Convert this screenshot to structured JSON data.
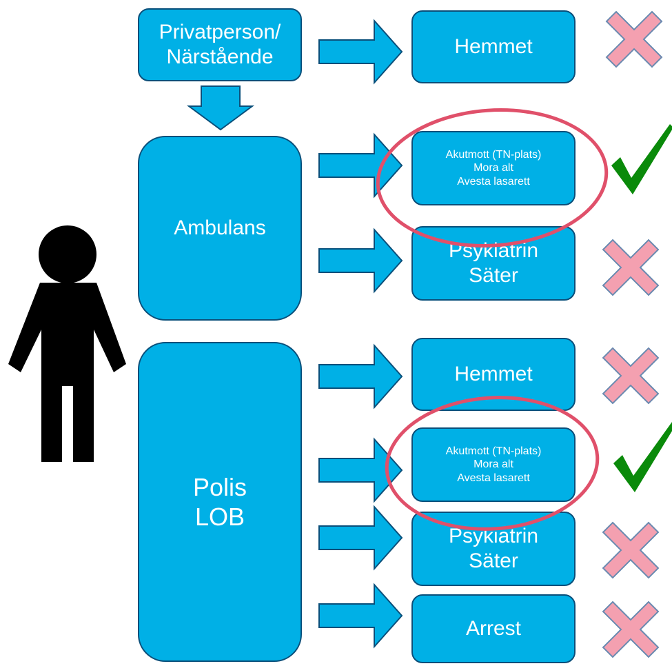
{
  "source_box": {
    "line1": "Privatperson/",
    "line2": "Närstående"
  },
  "ambulans_box": {
    "label": "Ambulans"
  },
  "polis_box": {
    "line1": "Polis",
    "line2": "LOB"
  },
  "targets": {
    "hemmet_top": {
      "label": "Hemmet",
      "status": "cross"
    },
    "akut_amb": {
      "line1": "Akutmott (TN-plats)",
      "line2": "Mora alt",
      "line3": "Avesta lasarett",
      "status": "check",
      "highlighted": true
    },
    "psyk_amb": {
      "line1": "Psykiatrin",
      "line2": "Säter",
      "status": "cross"
    },
    "hemmet_polis": {
      "label": "Hemmet",
      "status": "cross"
    },
    "akut_polis": {
      "line1": "Akutmott (TN-plats)",
      "line2": "Mora alt",
      "line3": "Avesta lasarett",
      "status": "check",
      "highlighted": true
    },
    "psyk_polis": {
      "line1": "Psykiatrin",
      "line2": "Säter",
      "status": "cross"
    },
    "arrest": {
      "label": "Arrest",
      "status": "cross"
    }
  },
  "colors": {
    "box_fill": "#00b0e6",
    "box_border": "#0a4f7a",
    "cross": "#f4a0b0",
    "check": "#0a8a0a",
    "highlight_ring": "#e0506a",
    "person": "#000000"
  },
  "icons": [
    "person-icon",
    "cross-icon",
    "check-icon",
    "arrow-right-icon",
    "arrow-down-icon"
  ]
}
